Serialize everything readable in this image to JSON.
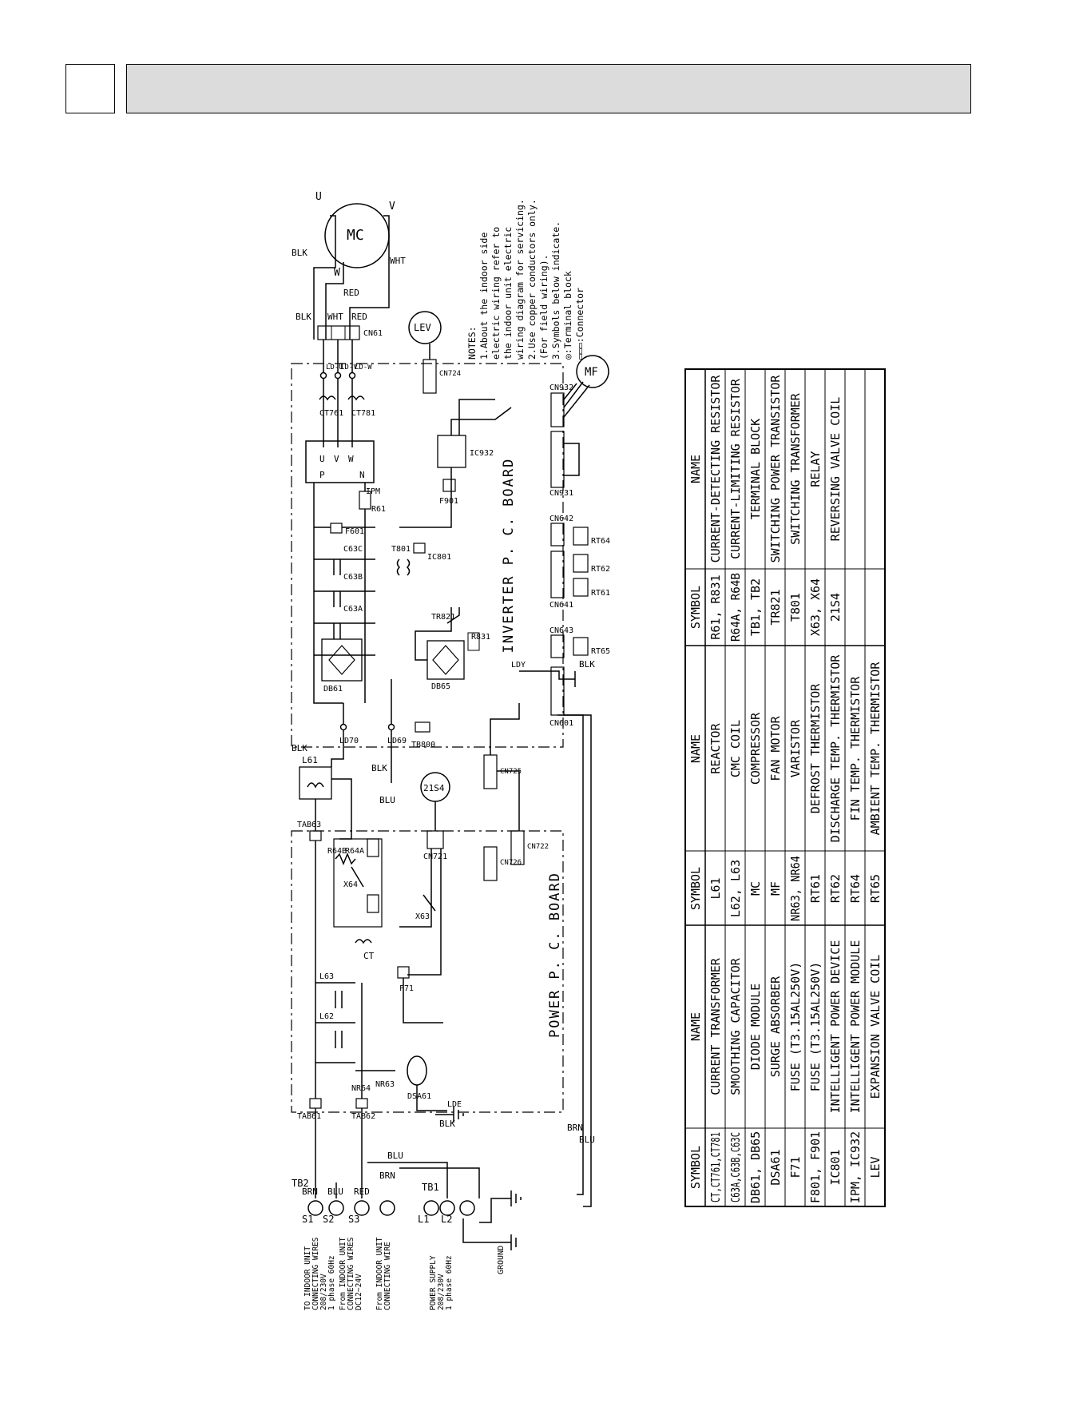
{
  "connectors": {
    "cn61": "CN61",
    "cn932": "CN932",
    "cn931": "CN931",
    "cn642": "CN642",
    "cn641": "CN641",
    "cn643": "CN643",
    "cn601": "CN601",
    "cn721": "CN721",
    "cn_lev": "CN724",
    "cn_a": "CN725",
    "cn_b": "CN726",
    "cn_c": "CN722"
  },
  "components": {
    "mc": "MC",
    "mf": "MF",
    "lev": "LEV",
    "s21": "21S4",
    "ipm": "IPM",
    "ic932": "IC932",
    "ic801": "IC801",
    "t801": "T801",
    "f901": "F901",
    "f601": "F601",
    "r61": "R61",
    "r831": "R831",
    "tr821": "TR821",
    "db61": "DB61",
    "db65": "DB65",
    "c63a": "C63A",
    "c63b": "C63B",
    "c63c": "C63C",
    "ct761": "CT761",
    "ct781": "CT781",
    "ct": "CT",
    "x63": "X63",
    "x64": "X64",
    "r64b": "R64B",
    "r64a": "R64A",
    "tab63": "TAB63",
    "tab61": "TAB61",
    "tab62": "TAB62",
    "l61": "L61",
    "l62": "L62",
    "l63": "L63",
    "f71": "F71",
    "nr63": "NR63",
    "nr64": "NR64",
    "dsa61": "DSA61",
    "tb800": "TB800",
    "ld70": "LD70",
    "ld69": "LD69",
    "ldy": "LDY",
    "lde": "LDE",
    "ldu": "LD-U",
    "ldv": "LD-V",
    "ldw": "LD-W",
    "rt64": "RT64",
    "rt62": "RT62",
    "rt61": "RT61",
    "rt65": "RT65",
    "pin_u": "U",
    "pin_v": "V",
    "pin_w": "W",
    "pin_p": "P",
    "pin_n": "N"
  },
  "wires": {
    "blk": "BLK",
    "wht": "WHT",
    "red": "RED",
    "blu": "BLU",
    "brn": "BRN"
  },
  "boards": {
    "inverter": "INVERTER P. C. BOARD",
    "power": "POWER P. C. BOARD"
  },
  "terminals": {
    "tb2": "TB2",
    "tb1": "TB1",
    "s1": "S1",
    "s2": "S2",
    "s3": "S3",
    "l1": "L1",
    "l2": "L2",
    "to_indoor": [
      "TO INDOOR UNIT",
      "CONNECTING WIRES",
      "208/230V",
      "1 phase 60Hz"
    ],
    "from_indoor": [
      "From INDOOR UNIT",
      "CONNECTING WIRES",
      "DC12~24V"
    ],
    "from_indoor2": [
      "From INDOOR UNIT",
      "CONNECTING WIRE"
    ],
    "power_supply": [
      "POWER SUPPLY",
      "208/230V",
      "1 phase 60Hz"
    ],
    "ground": "GROUND"
  },
  "notes": [
    "NOTES:",
    "1.About the indoor side",
    "  electric wiring refer to",
    "  the indoor unit electric",
    "  wiring diagram for servicing.",
    "2.Use copper conductors only.",
    "  (For field wiring).",
    "3.Symbols below indicate.",
    "  ◎:Terminal block",
    "  ▭▭▭:Connector"
  ],
  "table": {
    "headers": [
      "SYMBOL",
      "NAME",
      "SYMBOL",
      "NAME",
      "SYMBOL",
      "NAME"
    ],
    "rows": [
      [
        "CT,CT761,CT781",
        "CURRENT TRANSFORMER",
        "L61",
        "REACTOR",
        "R61, R831",
        "CURRENT-DETECTING RESISTOR"
      ],
      [
        "C63A,C63B,C63C",
        "SMOOTHING CAPACITOR",
        "L62, L63",
        "CMC COIL",
        "R64A, R64B",
        "CURRENT-LIMITING RESISTOR"
      ],
      [
        "DB61, DB65",
        "DIODE MODULE",
        "MC",
        "COMPRESSOR",
        "TB1, TB2",
        "TERMINAL BLOCK"
      ],
      [
        "DSA61",
        "SURGE ABSORBER",
        "MF",
        "FAN MOTOR",
        "TR821",
        "SWITCHING POWER TRANSISTOR"
      ],
      [
        "F71",
        "FUSE (T3.15AL250V)",
        "NR63, NR64",
        "VARISTOR",
        "T801",
        "SWITCHING TRANSFORMER"
      ],
      [
        "F801, F901",
        "FUSE (T3.15AL250V)",
        "RT61",
        "DEFROST THERMISTOR",
        "X63, X64",
        "RELAY"
      ],
      [
        "IC801",
        "INTELLIGENT POWER DEVICE",
        "RT62",
        "DISCHARGE TEMP. THERMISTOR",
        "21S4",
        "REVERSING VALVE COIL"
      ],
      [
        "IPM, IC932",
        "INTELLIGENT POWER MODULE",
        "RT64",
        "FIN TEMP. THERMISTOR",
        "",
        ""
      ],
      [
        "LEV",
        "EXPANSION VALVE COIL",
        "RT65",
        "AMBIENT TEMP. THERMISTOR",
        "",
        ""
      ]
    ]
  }
}
